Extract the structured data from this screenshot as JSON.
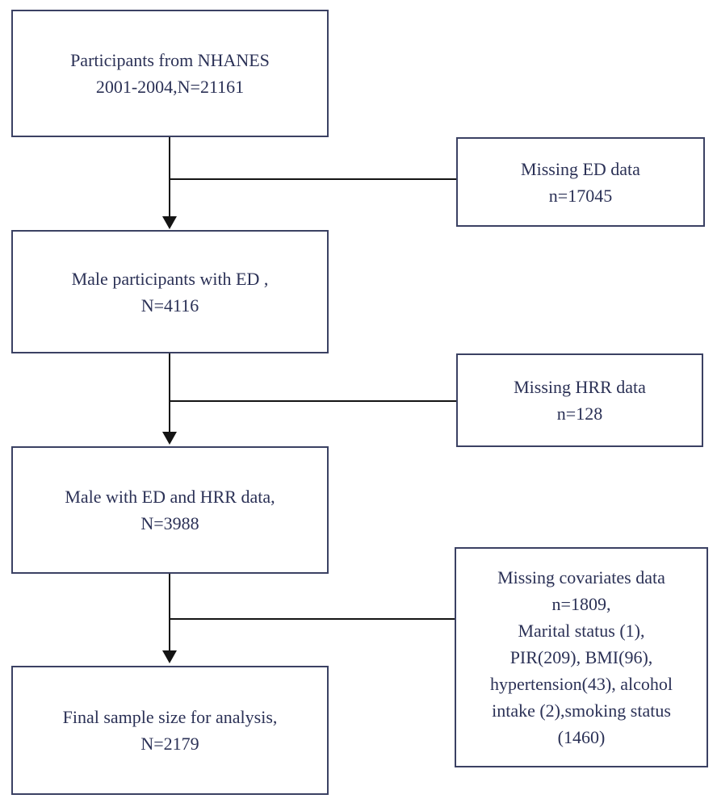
{
  "flowchart": {
    "main_boxes": [
      {
        "id": "participants",
        "text": "Participants from NHANES\n2001-2004,N=21161"
      },
      {
        "id": "male-ed",
        "text": "Male participants with ED ,\nN=4116"
      },
      {
        "id": "male-ed-hrr",
        "text": "Male with ED and HRR data,\nN=3988"
      },
      {
        "id": "final-sample",
        "text": "Final sample size for analysis,\nN=2179"
      }
    ],
    "exclusion_boxes": [
      {
        "id": "missing-ed",
        "text": "Missing ED data\nn=17045"
      },
      {
        "id": "missing-hrr",
        "text": "Missing HRR data\nn=128"
      },
      {
        "id": "missing-covariates",
        "text": "Missing covariates data\nn=1809,\nMarital status (1),\nPIR(209), BMI(96),\nhypertension(43), alcohol\nintake (2),smoking status\n(1460)"
      }
    ],
    "colors": {
      "box_border": "#3b4163",
      "text": "#2b3156",
      "line": "#141414",
      "background": "#ffffff"
    }
  }
}
